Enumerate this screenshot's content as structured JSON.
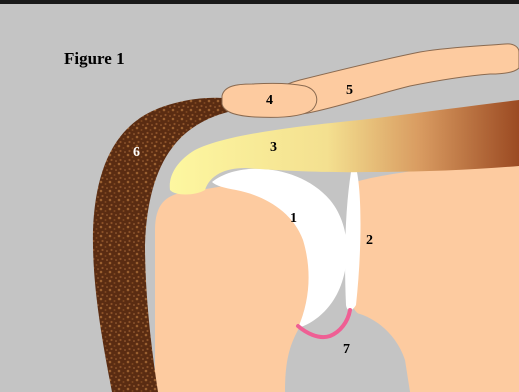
{
  "figure": {
    "title": "Figure 1",
    "labels": [
      "1",
      "2",
      "3",
      "4",
      "5",
      "6",
      "7"
    ]
  },
  "colors": {
    "background": "#c4c4c4",
    "frame_top": "#1a1a1a",
    "bone": "#fdcba0",
    "bone_outline": "#8a6a50",
    "cartilage": "#ffffff",
    "tendon_light": "#fdf7a0",
    "tendon_dark": "#9b4a22",
    "deltoid": "#5a2c12",
    "deltoid_speckle": "#9a6030",
    "capsule": "#ef5f94"
  }
}
